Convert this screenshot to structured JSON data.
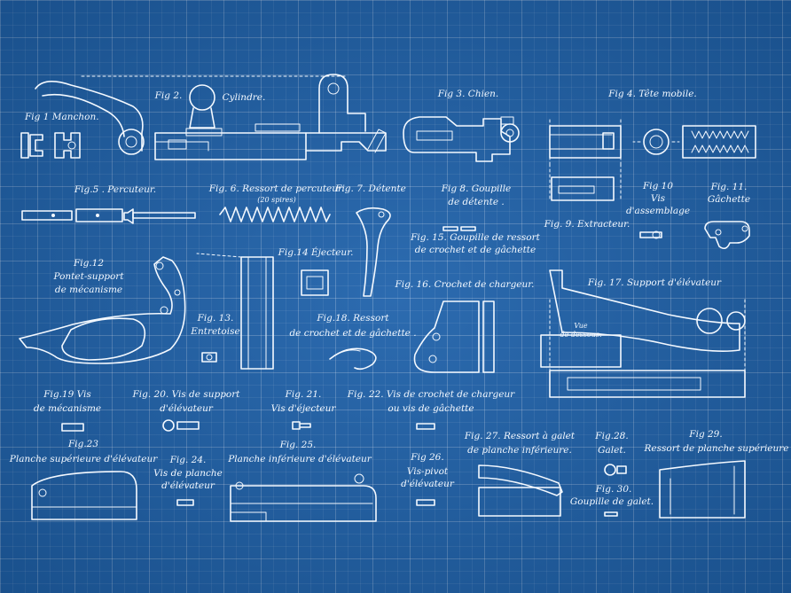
{
  "labels": {
    "fig1": "Fig 1 Manchon.",
    "fig2a": "Fig 2.",
    "fig2b": "Cylindre.",
    "fig3": "Fig 3. Chien.",
    "fig4": "Fig 4. Tête mobile.",
    "fig5": "Fig.5 . Percuteur.",
    "fig6": "Fig. 6. Ressort de percuteur.",
    "fig6sub": "(20 spires)",
    "fig7": "Fig. 7. Détente",
    "fig8a": "Fig 8. Goupille",
    "fig8b": "de détente .",
    "fig9": "Fig. 9. Extracteur.",
    "fig10a": "Fig 10",
    "fig10b": "Vis",
    "fig10c": "d'assemblage",
    "fig11a": "Fig. 11.",
    "fig11b": "Gâchette",
    "fig12a": "Fig.12",
    "fig12b": "Pontet-support",
    "fig12c": "de mécanisme",
    "fig13a": "Fig. 13.",
    "fig13b": "Entretoise",
    "fig14": "Fig.14 Éjecteur.",
    "fig15a": "Fig. 15. Goupille de ressort",
    "fig15b": "de crochet et de gâchette",
    "fig16": "Fig. 16. Crochet de chargeur.",
    "fig17": "Fig. 17. Support d'élévateur",
    "fig17sub1": "Vue",
    "fig17sub2": "de dessous.",
    "fig18a": "Fig.18. Ressort",
    "fig18b": "de crochet et de gâchette .",
    "fig19a": "Fig.19 Vis",
    "fig19b": "de mécanisme",
    "fig20a": "Fig. 20. Vis de support",
    "fig20b": "d'élévateur",
    "fig21a": "Fig. 21.",
    "fig21b": "Vis d'éjecteur",
    "fig22a": "Fig. 22. Vis de crochet de chargeur",
    "fig22b": "ou vis de gâchette",
    "fig23a": "Fig.23",
    "fig23b": "Planche supérieure d'élévateur",
    "fig24a": "Fig. 24.",
    "fig24b": "Vis de planche",
    "fig24c": "d'élévateur",
    "fig25a": "Fig. 25.",
    "fig25b": "Planche inférieure d'élévateur",
    "fig26a": "Fig 26.",
    "fig26b": "Vis-pivot",
    "fig26c": "d'élévateur",
    "fig27a": "Fig. 27. Ressort à galet",
    "fig27b": "de planche inférieure.",
    "fig28a": "Fig.28.",
    "fig28b": "Galet.",
    "fig29a": "Fig 29.",
    "fig29b": "Ressort de planche supérieure",
    "fig30a": "Fig. 30.",
    "fig30b": "Goupille de galet."
  }
}
